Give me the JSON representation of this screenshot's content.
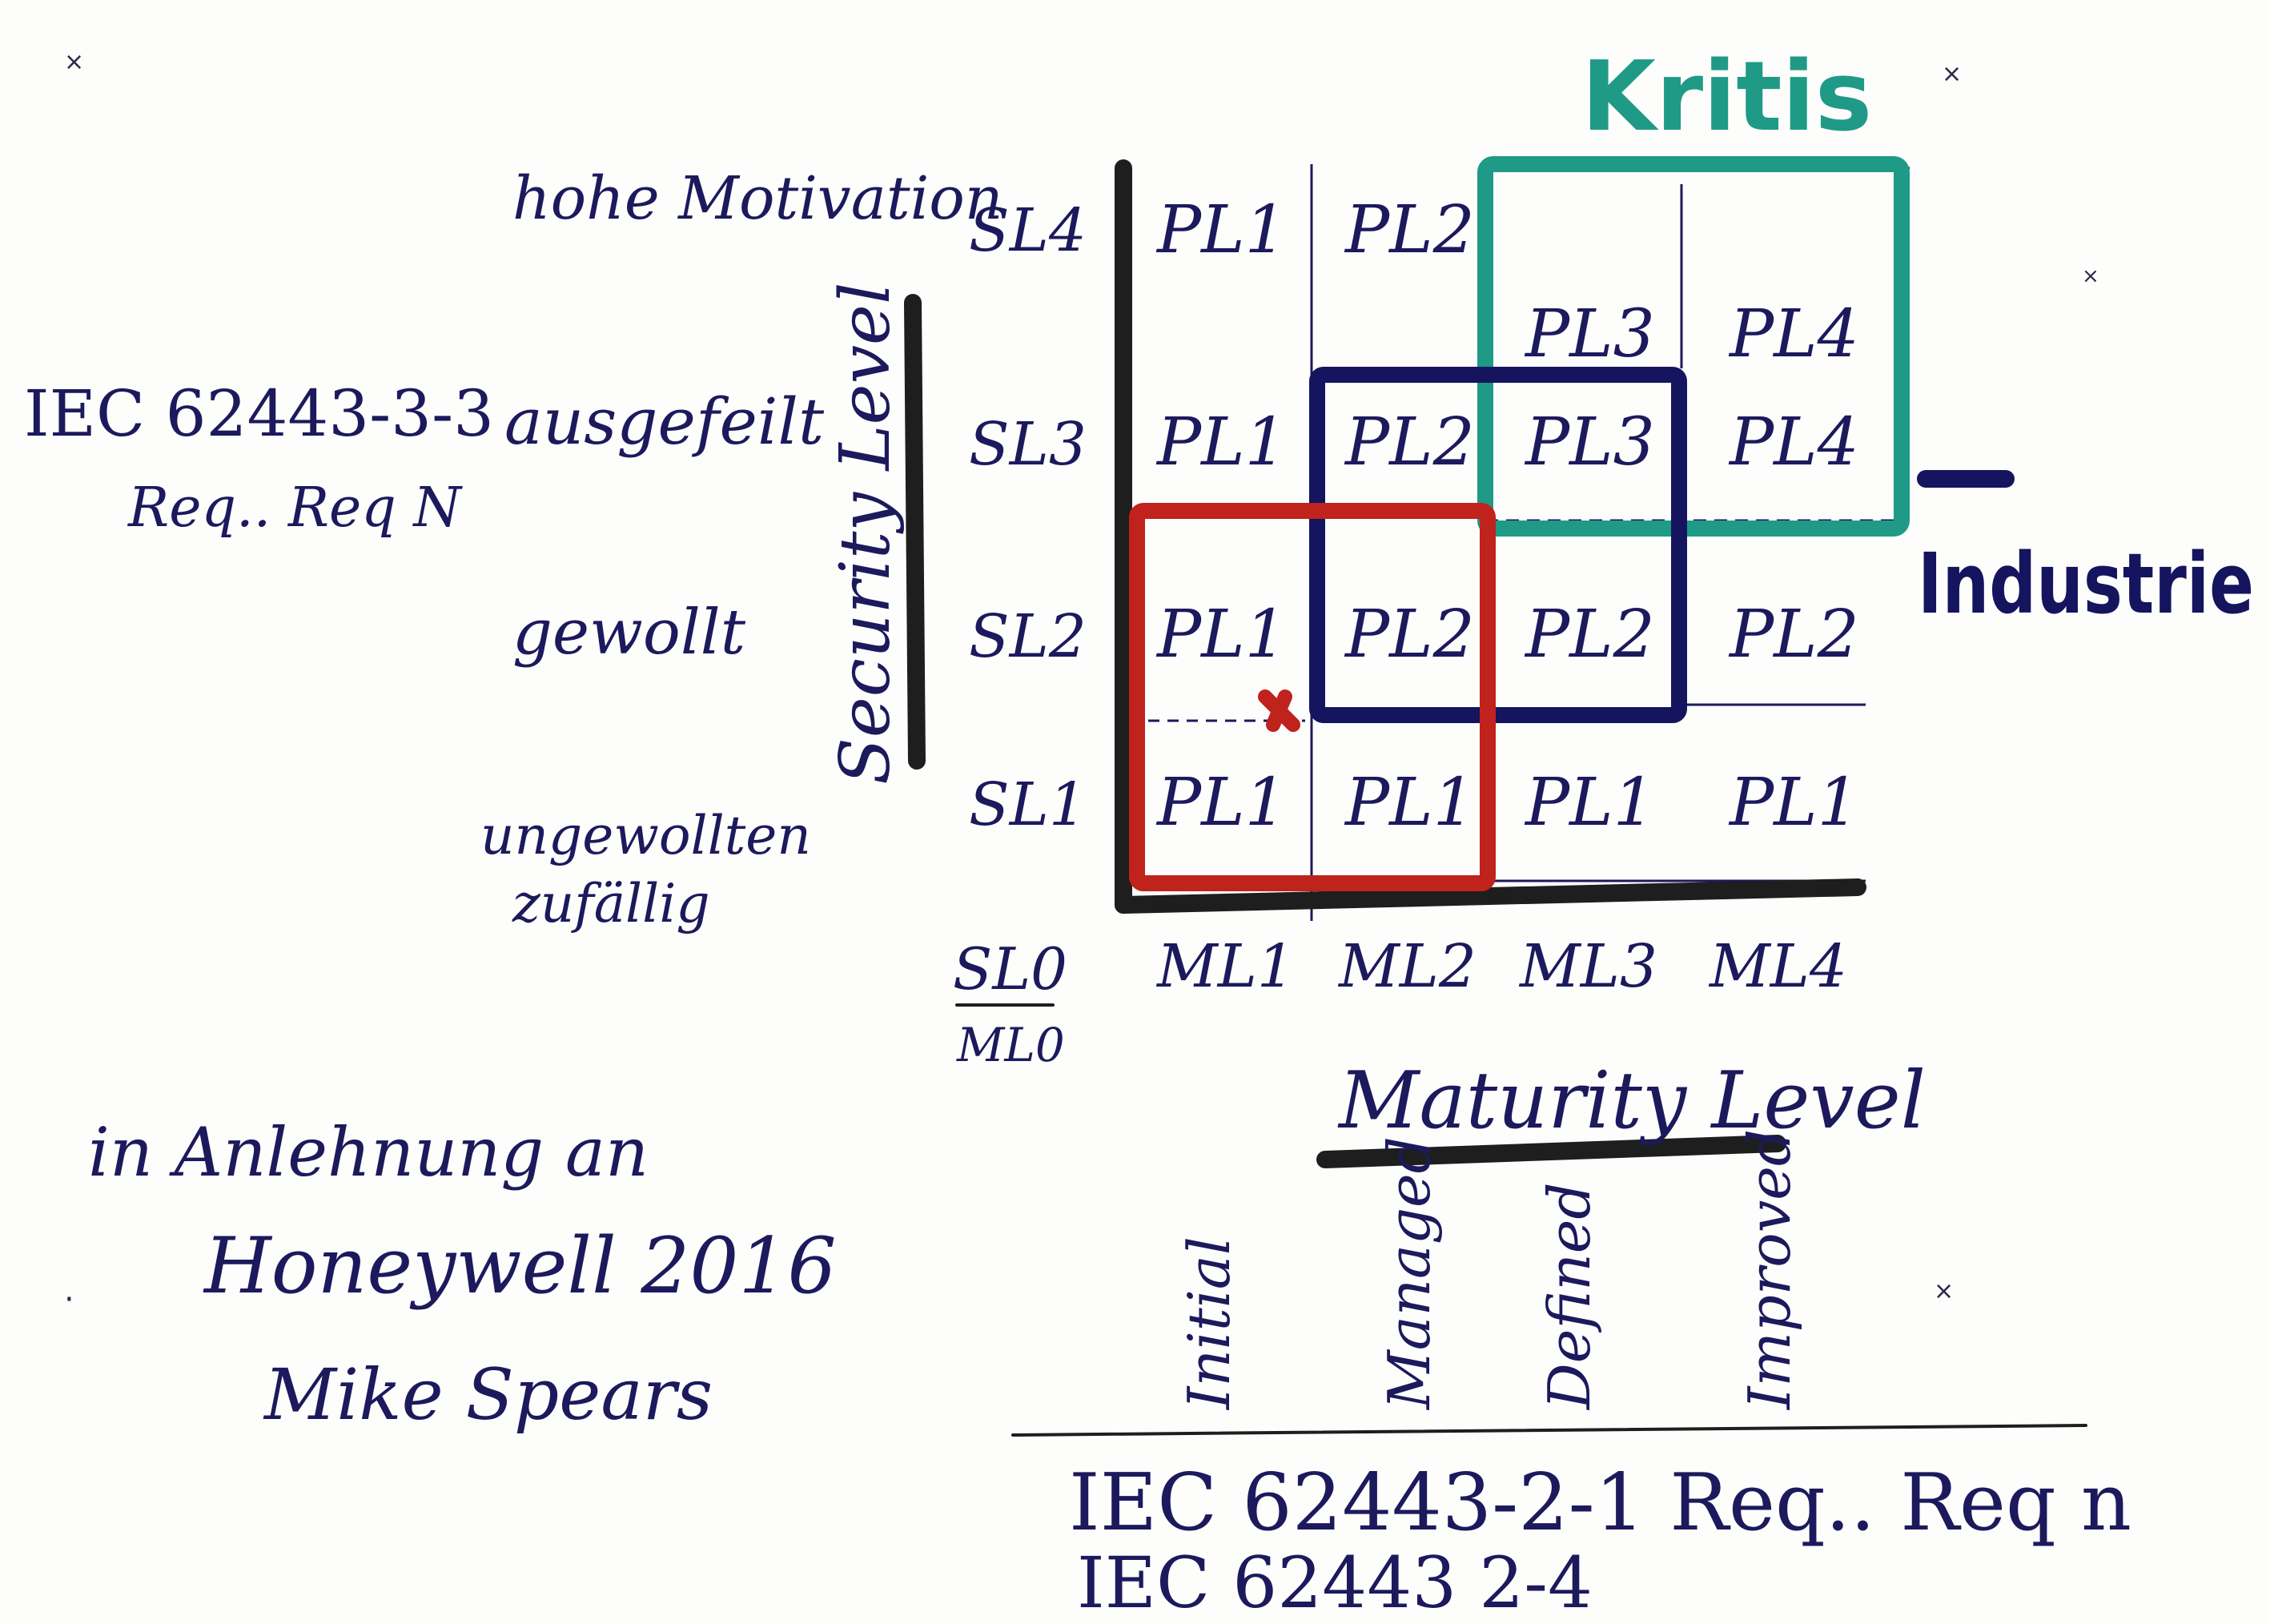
{
  "colors": {
    "ink": "#1c1a5c",
    "black_marker": "#1e1e1e",
    "kritis": "#1f9a86",
    "industrie": "#15145e",
    "red": "#c0221c"
  },
  "stray_marks": [
    "×",
    "×",
    "×",
    "×",
    "·"
  ],
  "left_standard": {
    "line1": "IEC 62443-3-3",
    "line2": "Req.. Req N"
  },
  "motivation": {
    "sl4": "hohe Motivation",
    "sl3": "ausgefeilt",
    "sl2": "gewollt",
    "sl1_line1": "ungewollten",
    "sl1_line2": "zufällig"
  },
  "security_axis_label": "Security Level",
  "security_levels": [
    "SL4",
    "SL3",
    "SL2",
    "SL1"
  ],
  "origin_labels": {
    "sl": "SL0",
    "ml": "ML0"
  },
  "maturity_levels": [
    "ML1",
    "ML2",
    "ML3",
    "ML4"
  ],
  "maturity_axis_label": "Maturity Level",
  "maturity_names": [
    "Initial",
    "Managed",
    "Defined",
    "Improved"
  ],
  "grid": {
    "sl4": [
      "PL1",
      "PL2",
      "PL3",
      "PL4"
    ],
    "sl3": [
      "PL1",
      "PL2",
      "PL3",
      "PL4"
    ],
    "sl2": [
      "PL1",
      "PL2",
      "PL2",
      "PL2"
    ],
    "sl1": [
      "PL1",
      "PL1",
      "PL1",
      "PL1"
    ]
  },
  "regions": {
    "kritis": "Kritis",
    "industrie": "Industrie"
  },
  "reference": {
    "line1": "in Anlehnung an",
    "line2": "Honeywell 2016",
    "line3": "Mike Spears"
  },
  "bottom_standard": {
    "line1": "IEC 62443-2-1   Req.. Req n",
    "line2": "IEC 62443 2-4"
  }
}
